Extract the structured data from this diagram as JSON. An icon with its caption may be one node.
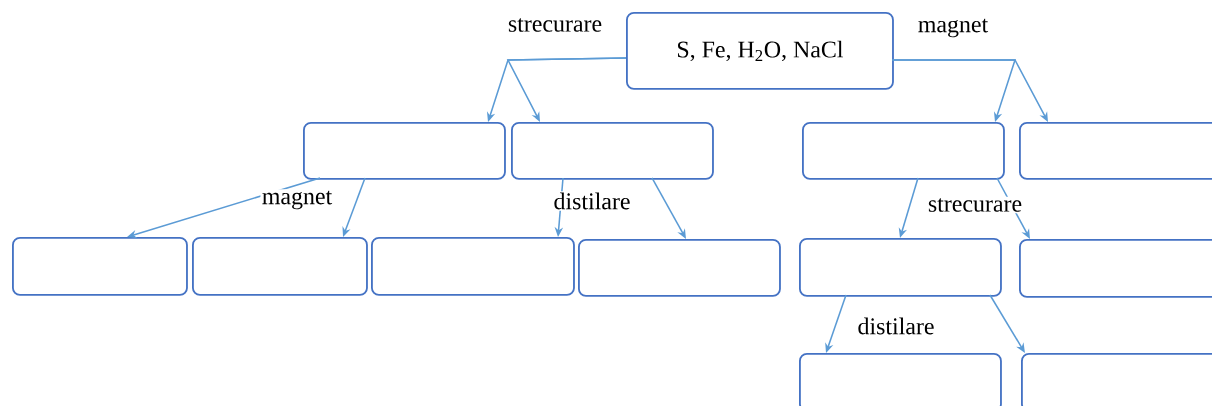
{
  "diagram": {
    "nodes": [
      {
        "text": [
          "S, Fe, H$_{2}$O, NaCl"
        ]
      },
      {
        "text": [],
        "shape": "box"
      },
      {
        "text": [],
        "shape": "box"
      },
      {
        "text": [],
        "shape": "box"
      },
      {
        "text": [],
        "shape": "box"
      },
      {
        "text": [],
        "shape": "box"
      },
      {
        "text": [],
        "shape": "box"
      },
      {
        "text": [],
        "shape": "box"
      },
      {
        "text": [],
        "shape": "box"
      },
      {
        "text": [],
        "shape": "box"
      },
      {
        "text": [],
        "shape": "box"
      },
      {
        "text": [],
        "shape": "box"
      },
      {
        "text": [],
        "shape": "box"
      }
    ],
    "edges": [
      {
        "from": 0,
        "to": 1,
        "arrow": "to"
      },
      {
        "from": 0,
        "to": 2,
        "arrow": "to"
      },
      {
        "from": 0,
        "to": 3,
        "arrow": "to"
      },
      {
        "from": 0,
        "to": 4,
        "arrow": "to"
      },
      {
        "from": 1,
        "to": 5,
        "arrow": "to"
      },
      {
        "from": 1,
        "to": 6,
        "arrow": "to"
      },
      {
        "from": 2,
        "to": 7,
        "arrow": "to"
      },
      {
        "from": 2,
        "to": 8,
        "arrow": "to"
      },
      {
        "from": 3,
        "to": 9,
        "arrow": "to"
      },
      {
        "from": 3,
        "to": 10,
        "arrow": "to"
      },
      {
        "from": 9,
        "to": 11,
        "arrow": "to"
      },
      {
        "from": 9,
        "to": 12,
        "arrow": "to"
      }
    ],
    "labels": [
      "strecurare",
      "magnet",
      "magnet",
      "distilare",
      "strecurare",
      "distilare"
    ]
  }
}
